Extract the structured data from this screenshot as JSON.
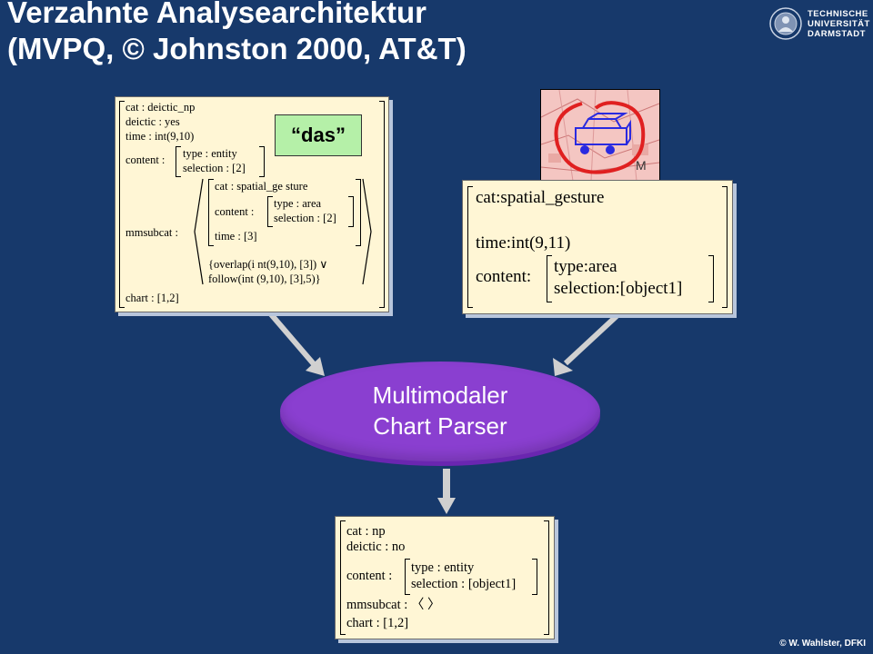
{
  "slide": {
    "title_line1": "Verzahnte Analysearchitektur",
    "title_line2": "(MVPQ, © Johnston 2000, AT&T)",
    "logo_lines": [
      "TECHNISCHE",
      "UNIVERSITÄT",
      "DARMSTADT"
    ],
    "copyright": "© W. Wahlster, DFKI"
  },
  "speech_avm": {
    "cat": "cat : deictic_np",
    "deictic": "deictic : yes",
    "time": "time : int(9,10)",
    "content_label": "content :",
    "content_type": "type : entity",
    "content_selection": "selection : [2]",
    "mmsubcat_label": "mmsubcat :",
    "sub_cat": "cat : spatial_ge sture",
    "sub_content_label": "content :",
    "sub_type": "type : area",
    "sub_selection": "selection : [2]",
    "sub_time": "time : [3]",
    "constraint_line1": "{overlap(i nt(9,10), [3]) ∨",
    "constraint_line2": "follow(int  (9,10), [3],5)}",
    "chart": "chart : [1,2]"
  },
  "speech_word": "“das”",
  "gesture_avm": {
    "cat": "cat:spatial_gesture",
    "time": "time:int(9,11)",
    "content_label": "content:",
    "type": "type:area",
    "selection": "selection:[object1]"
  },
  "parser_label": "Multimodaler\nChart Parser",
  "result_avm": {
    "cat": "cat : np",
    "deictic": "deictic : no",
    "content_label": "content :",
    "type": "type : entity",
    "selection": "selection : [object1]",
    "mmsubcat": "mmsubcat : 〈  〉",
    "chart": "chart : [1,2]"
  },
  "colors": {
    "background": "#17396b",
    "avm_fill": "#fff6d5",
    "word_box": "#b5f0a8",
    "parser": "#8a3fd0",
    "arrow": "#d0d0d0",
    "gesture_ink": "#e02020",
    "gesture_object": "#2a2ae0"
  }
}
